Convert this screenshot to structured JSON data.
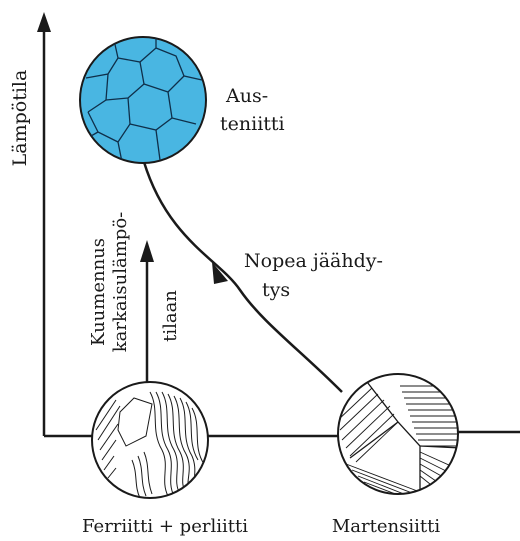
{
  "axis": {
    "y_label": "Lämpötila"
  },
  "labels": {
    "austenite_line1": "Aus-",
    "austenite_line2": "teniitti",
    "quench_line1": "Nopea jäähdy-",
    "quench_line2": "tys",
    "heat_line1": "Kuumennus",
    "heat_line2": "karkaisulämpö-",
    "heat_line3": "tilaan",
    "ferrite_pearlite": "Ferriitti + perliitti",
    "martensite": "Martensiitti"
  },
  "colors": {
    "austenite_fill": "#49b6e2",
    "ink": "#1a1a1a"
  }
}
